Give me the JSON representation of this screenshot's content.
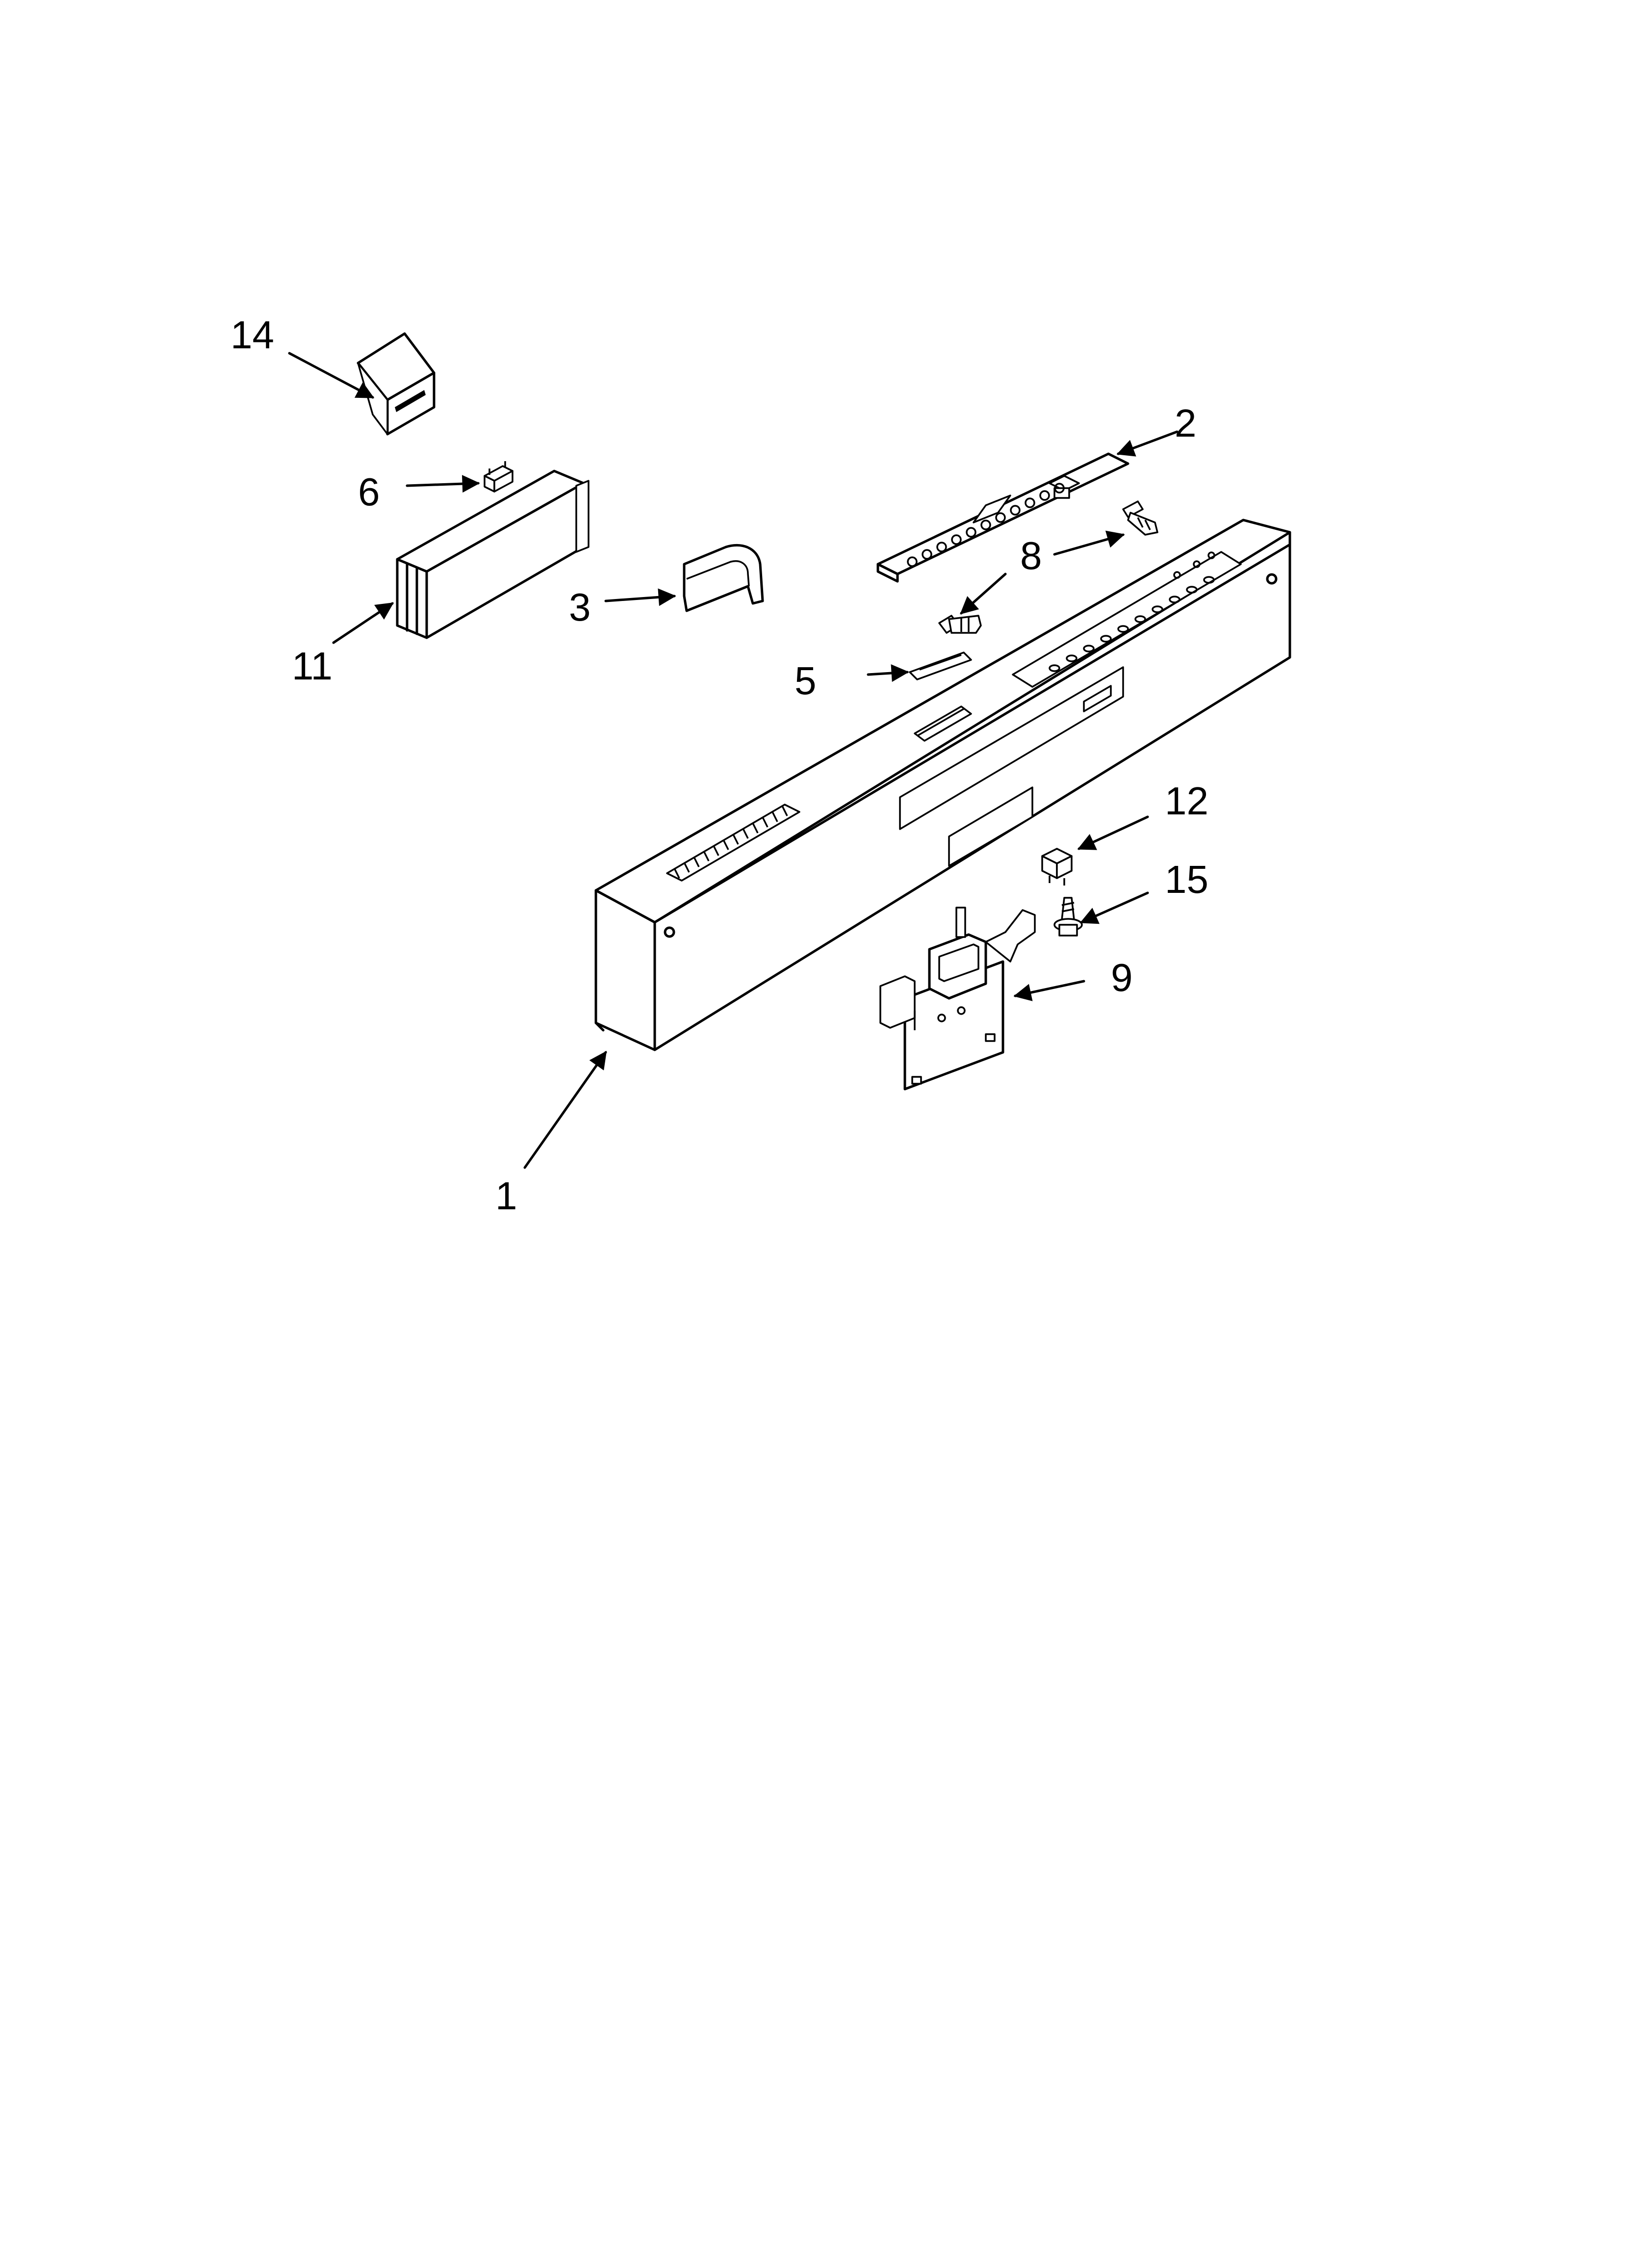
{
  "callouts": {
    "c1": "1",
    "c2": "2",
    "c3": "3",
    "c5": "5",
    "c6": "6",
    "c8": "8",
    "c9": "9",
    "c11": "11",
    "c12": "12",
    "c14": "14",
    "c15": "15"
  }
}
